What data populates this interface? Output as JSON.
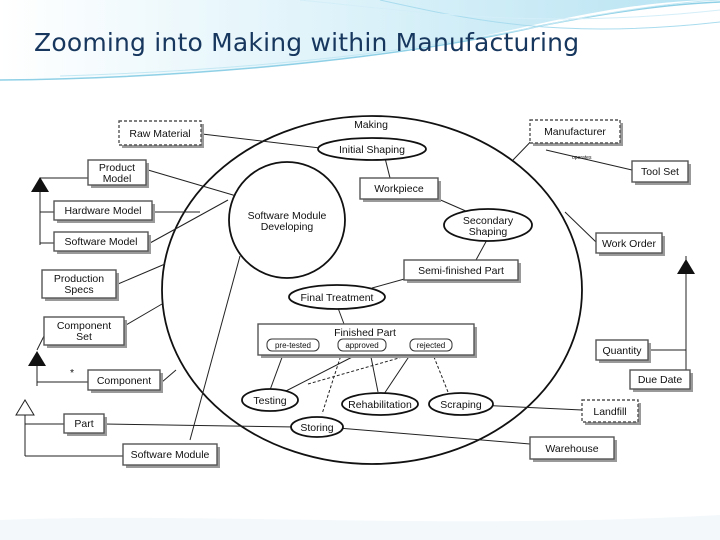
{
  "title": "Zooming into Making within Manufacturing",
  "diagram": {
    "process_title": "Making",
    "inner_processes": {
      "initial_shaping": "Initial Shaping",
      "software_module_developing_1": "Software Module",
      "software_module_developing_2": "Developing",
      "secondary_shaping_1": "Secondary",
      "secondary_shaping_2": "Shaping",
      "final_treatment": "Final Treatment",
      "testing": "Testing",
      "rehabilitation": "Rehabilitation",
      "scraping": "Scraping",
      "storing": "Storing"
    },
    "inner_objects": {
      "workpiece": "Workpiece",
      "semi_finished_part": "Semi-finished Part",
      "finished_part": "Finished Part",
      "states": [
        "pre-tested",
        "approved",
        "rejected"
      ]
    },
    "left_objects": {
      "raw_material": "Raw Material",
      "product_model_1": "Product",
      "product_model_2": "Model",
      "hardware_model": "Hardware Model",
      "software_model": "Software Model",
      "production_specs_1": "Production",
      "production_specs_2": "Specs",
      "component_set_1": "Component",
      "component_set_2": "Set",
      "component": "Component",
      "part": "Part",
      "software_module": "Software Module"
    },
    "right_objects": {
      "manufacturer": "Manufacturer",
      "operates": "operates",
      "tool_set": "Tool Set",
      "work_order": "Work Order",
      "quantity": "Quantity",
      "due_date": "Due Date",
      "landfill": "Landfill",
      "warehouse": "Warehouse"
    },
    "multiplicity": "*"
  },
  "colors": {
    "title": "#17375e",
    "box_stroke": "#555555",
    "shadow": "#9a9a9a",
    "header_wave": "#6cc3e0"
  }
}
